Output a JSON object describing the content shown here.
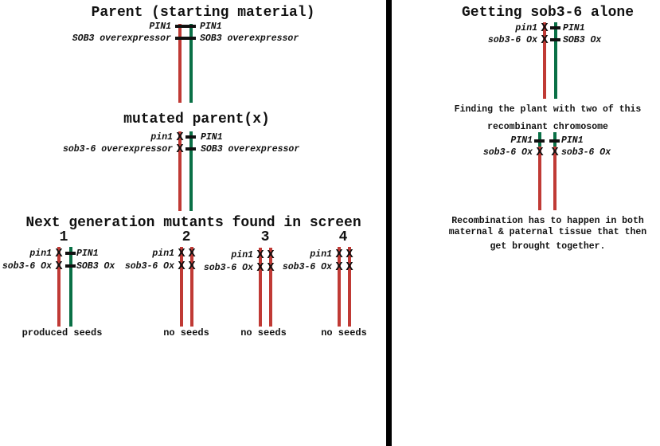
{
  "glyphs": {
    "x_mark": "X"
  },
  "colors": {
    "chromosome_red": "#c03a35",
    "chromosome_green": "#0a7046",
    "mark_ink": "#111111",
    "divider": "#000000"
  },
  "left_panel": {
    "parent": {
      "title": "Parent (starting material)",
      "loci": [
        {
          "left_label": "PIN1",
          "right_label": "PIN1"
        },
        {
          "left_label": "SOB3 overexpressor",
          "right_label": "SOB3 overexpressor"
        }
      ]
    },
    "mutated_parent": {
      "title": "mutated parent(x)",
      "loci": [
        {
          "left_label": "pin1",
          "right_label": "PIN1"
        },
        {
          "left_label": "sob3-6 overexpressor",
          "right_label": "SOB3 overexpressor"
        }
      ]
    },
    "screen": {
      "title": "Next generation mutants found in screen",
      "columns": [
        {
          "number": "1",
          "loci": [
            {
              "left_label": "pin1",
              "right_label": "PIN1"
            },
            {
              "left_label": "sob3-6 Ox",
              "right_label": "SOB3 Ox"
            }
          ],
          "result": "produced seeds"
        },
        {
          "number": "2",
          "loci": [
            {
              "left_label": "pin1"
            },
            {
              "left_label": "sob3-6 Ox"
            }
          ],
          "result": "no seeds"
        },
        {
          "number": "3",
          "loci": [
            {
              "left_label": "pin1"
            },
            {
              "left_label": "sob3-6 Ox"
            }
          ],
          "result": "no seeds"
        },
        {
          "number": "4",
          "loci": [
            {
              "left_label": "pin1"
            },
            {
              "left_label": "sob3-6 Ox"
            }
          ],
          "result": "no seeds"
        }
      ]
    }
  },
  "right_panel": {
    "getting_sob36": {
      "title": "Getting sob3-6 alone",
      "loci": [
        {
          "left_label": "pin1",
          "right_label": "PIN1"
        },
        {
          "left_label": "sob3-6 Ox",
          "right_label": "SOB3 Ox"
        }
      ]
    },
    "finding": {
      "caption_line1": "Finding the plant with two of this",
      "caption_line2": "recombinant chromosome",
      "loci": [
        {
          "left_label": "PIN1",
          "right_label": "PIN1"
        },
        {
          "left_label": "sob3-6 Ox",
          "right_label": "sob3-6 Ox"
        }
      ]
    },
    "note": {
      "line1": "Recombination has to happen in both",
      "line2": "maternal & paternal tissue that then",
      "line3": "get brought together."
    }
  }
}
